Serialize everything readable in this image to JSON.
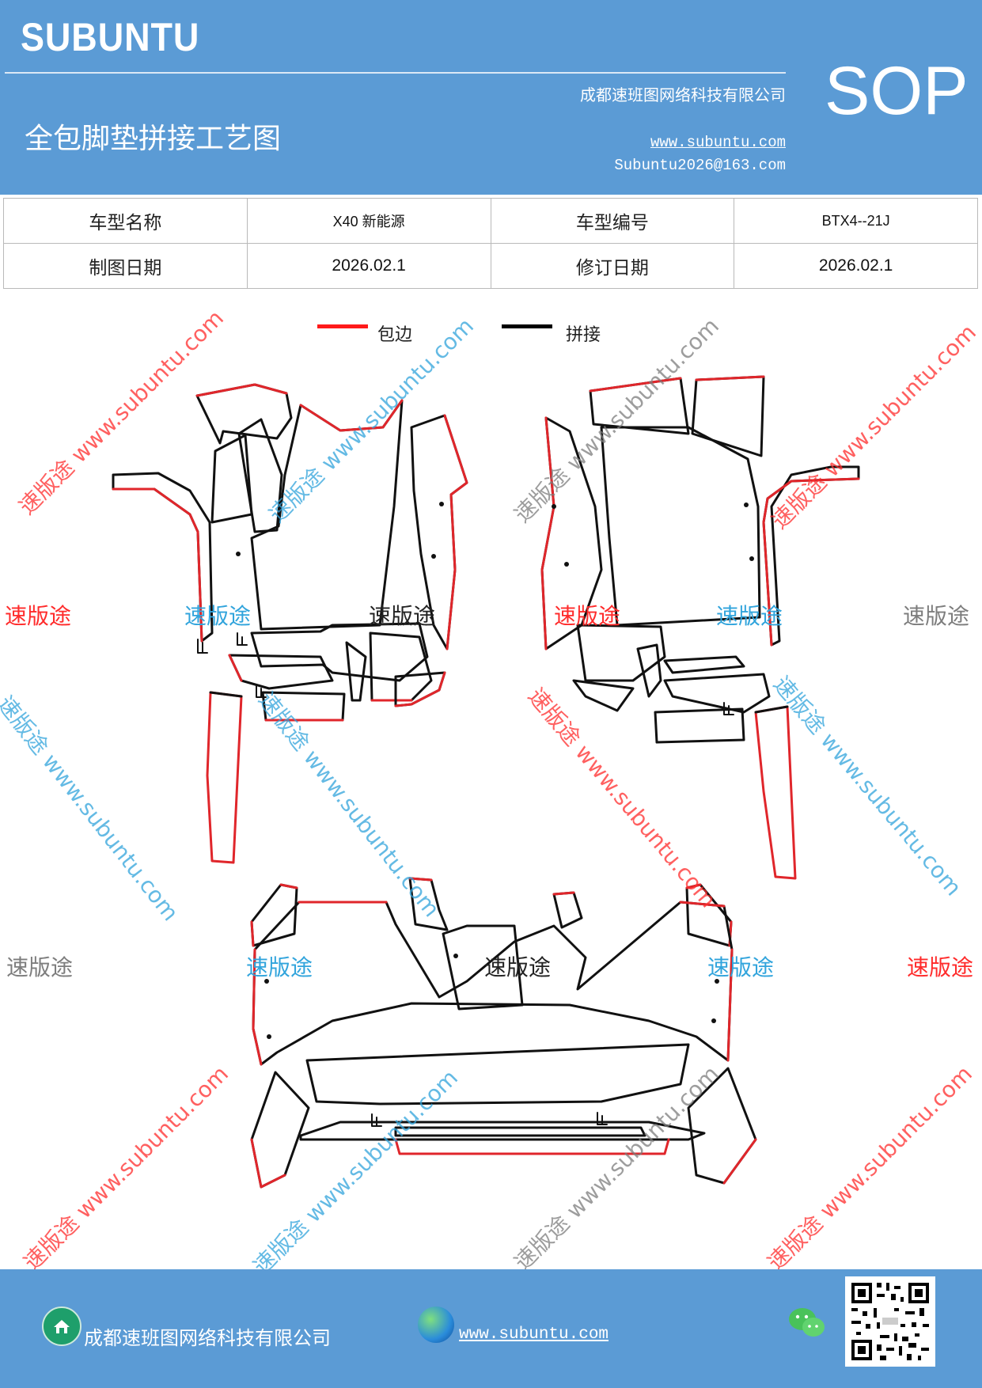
{
  "header": {
    "logo": "SUBUNTU",
    "title": "全包脚垫拼接工艺图",
    "company": "成都速班图网络科技有限公司",
    "website": "www.subuntu.com",
    "email": "Subuntu2026@163.com",
    "badge": "SOP"
  },
  "info_table": {
    "row1": {
      "label1": "车型名称",
      "value1": "X40 新能源",
      "label2": "车型编号",
      "value2": "BTX4--21J"
    },
    "row2": {
      "label1": "制图日期",
      "value1": "2026.02.1",
      "label2": "修订日期",
      "value2": "2026.02.1"
    }
  },
  "legend": {
    "edge": {
      "label": "包边",
      "color": "#ff1a1a"
    },
    "join": {
      "label": "拼接",
      "color": "#000000"
    }
  },
  "watermarks": {
    "brand": "速版途",
    "brand_url": "速版途 www.subuntu.com"
  },
  "footer": {
    "company": "成都速班图网络科技有限公司",
    "website": "www.subuntu.com",
    "icons": [
      "home-icon",
      "globe-icon",
      "wechat-icon",
      "qr-code"
    ]
  },
  "colors": {
    "brand_blue": "#5b9bd5",
    "edge_red": "#e0262b",
    "join_black": "#111111",
    "watermark_red": "#ff2b2b",
    "watermark_blue": "#31a4dc",
    "watermark_gray": "#7d7d7d"
  }
}
